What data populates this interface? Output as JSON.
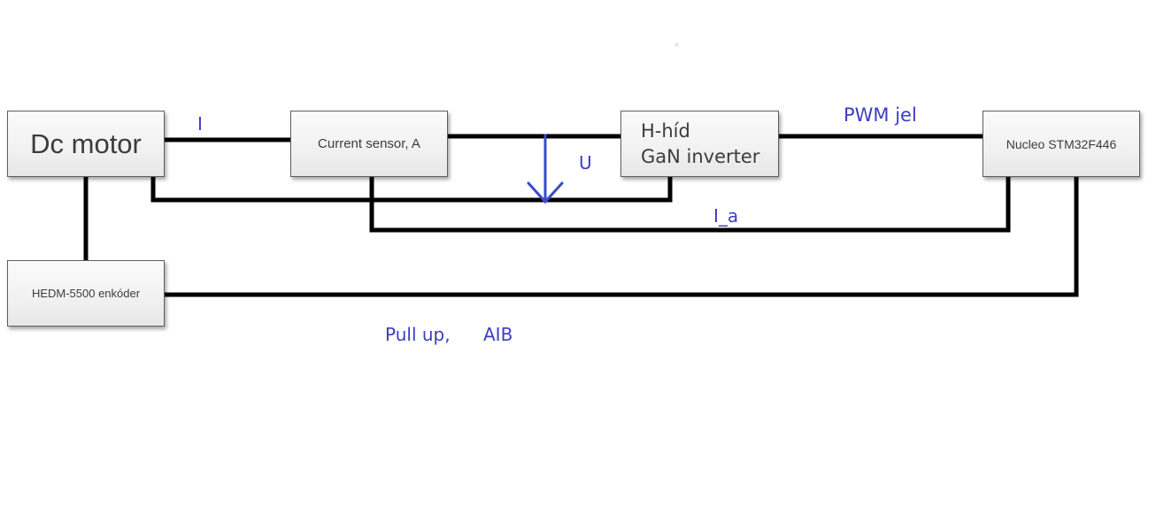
{
  "blocks": {
    "dc_motor": "Dc motor",
    "current_sensor": "Current sensor, A",
    "h_bridge_line1": "H-híd",
    "h_bridge_line2": "GaN inverter",
    "nucleo": "Nucleo STM32F446",
    "encoder": "HEDM-5500 enkóder"
  },
  "signals": {
    "current": "I",
    "voltage": "U",
    "pwm": "PWM jel",
    "phase_current": "I_a",
    "pull_up": "Pull up,",
    "aib": "AIB"
  },
  "colors": {
    "wire": "#000000",
    "label": "#3d3dc2",
    "arrow": "#3a4bc8",
    "block_border": "#5f5f5f"
  }
}
